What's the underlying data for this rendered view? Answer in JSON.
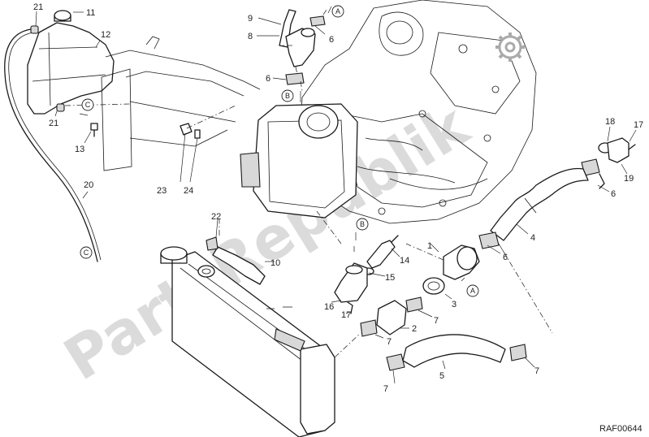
{
  "diagram": {
    "drawing_code": "RAF00644",
    "watermark": "PartsRepublik",
    "part_labels": [
      {
        "id": "l21a",
        "text": "21"
      },
      {
        "id": "l11",
        "text": "11"
      },
      {
        "id": "l12",
        "text": "12"
      },
      {
        "id": "l21b",
        "text": "21"
      },
      {
        "id": "l13",
        "text": "13"
      },
      {
        "id": "l20",
        "text": "20"
      },
      {
        "id": "l23",
        "text": "23"
      },
      {
        "id": "l24",
        "text": "24"
      },
      {
        "id": "l9",
        "text": "9"
      },
      {
        "id": "l8",
        "text": "8"
      },
      {
        "id": "l6a",
        "text": "6"
      },
      {
        "id": "l6b",
        "text": "6"
      },
      {
        "id": "l18",
        "text": "18"
      },
      {
        "id": "l17a",
        "text": "17"
      },
      {
        "id": "l19",
        "text": "19"
      },
      {
        "id": "l6c",
        "text": "6"
      },
      {
        "id": "l4",
        "text": "4"
      },
      {
        "id": "l6d",
        "text": "6"
      },
      {
        "id": "l22",
        "text": "22"
      },
      {
        "id": "l10",
        "text": "10"
      },
      {
        "id": "l14",
        "text": "14"
      },
      {
        "id": "l15",
        "text": "15"
      },
      {
        "id": "l16",
        "text": "16"
      },
      {
        "id": "l17b",
        "text": "17"
      },
      {
        "id": "l1",
        "text": "1"
      },
      {
        "id": "l3",
        "text": "3"
      },
      {
        "id": "l7a",
        "text": "7"
      },
      {
        "id": "l2",
        "text": "2"
      },
      {
        "id": "l7b",
        "text": "7"
      },
      {
        "id": "l7c",
        "text": "7"
      },
      {
        "id": "l5",
        "text": "5"
      },
      {
        "id": "l7d",
        "text": "7"
      }
    ],
    "reference_markers": [
      {
        "id": "refA1",
        "text": "A"
      },
      {
        "id": "refB1",
        "text": "B"
      },
      {
        "id": "refC1",
        "text": "C"
      },
      {
        "id": "refC2",
        "text": "C"
      },
      {
        "id": "refB2",
        "text": "B"
      },
      {
        "id": "refA2",
        "text": "A"
      }
    ]
  }
}
